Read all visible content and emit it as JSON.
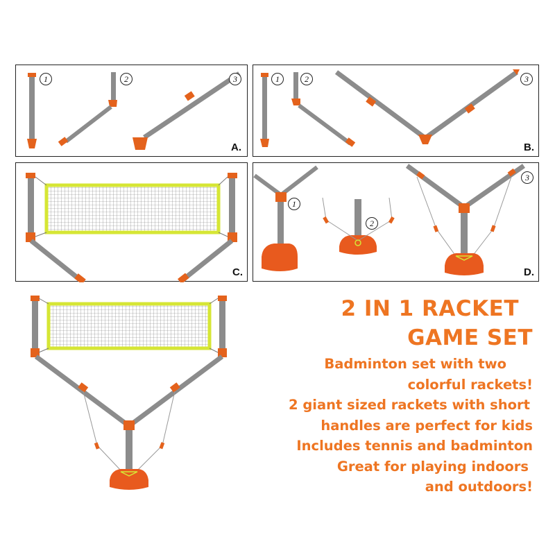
{
  "panels": {
    "a": {
      "letter": "A.",
      "steps": [
        "1",
        "2",
        "3"
      ]
    },
    "b": {
      "letter": "B.",
      "steps": [
        "1",
        "2",
        "3"
      ]
    },
    "c": {
      "letter": "C."
    },
    "d": {
      "letter": "D.",
      "steps": [
        "1",
        "2",
        "3"
      ]
    }
  },
  "promo": {
    "title_lines": [
      "2 IN 1 RACKET",
      "GAME SET"
    ],
    "features": [
      "Badminton set with two",
      "colorful rackets!",
      "2 giant sized rackets with short",
      "handles are perfect for kids",
      "Includes tennis and badminton",
      "Great for playing indoors",
      "and outdoors!"
    ]
  },
  "colors": {
    "accent": "#ee7522",
    "pole": "#8c8c8c",
    "connector": "#e4621c",
    "net_frame": "#d6e635",
    "base": "#e85a1e"
  }
}
